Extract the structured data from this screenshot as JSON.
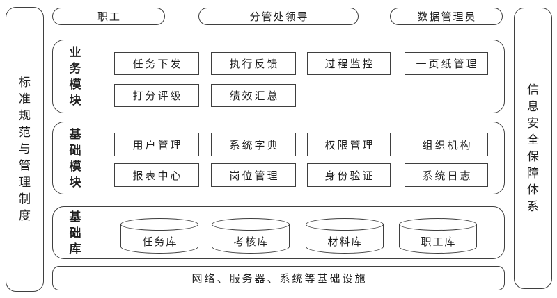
{
  "palette": {
    "line": "#3f3f3f",
    "text": "#1f1f1f",
    "background": "#ffffff"
  },
  "actors": [
    {
      "label": "职工"
    },
    {
      "label": "分管处领导"
    },
    {
      "label": "数据管理员"
    }
  ],
  "pillars": {
    "left": {
      "label": "标准规范与管理制度"
    },
    "right": {
      "label": "信息安全保障体系"
    }
  },
  "sections": {
    "business": {
      "title": "业务模块",
      "row1": [
        "任务下发",
        "执行反馈",
        "过程监控",
        "一页纸管理"
      ],
      "row2": [
        "打分评级",
        "绩效汇总"
      ]
    },
    "basic": {
      "title": "基础模块",
      "row1": [
        "用户管理",
        "系统字典",
        "权限管理",
        "组织机构"
      ],
      "row2": [
        "报表中心",
        "岗位管理",
        "身份验证",
        "系统日志"
      ]
    },
    "database": {
      "title": "基础库",
      "stores": [
        "任务库",
        "考核库",
        "材料库",
        "职工库"
      ]
    },
    "infrastructure": {
      "label": "网络、服务器、系统等基础设施"
    }
  }
}
